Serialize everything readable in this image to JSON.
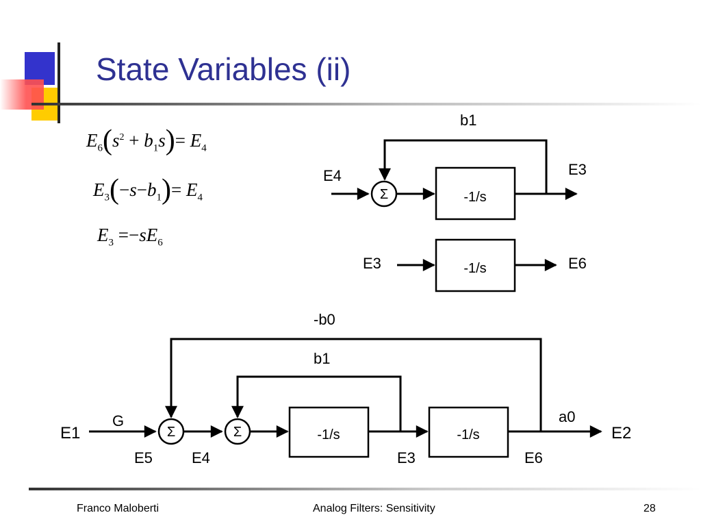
{
  "slide": {
    "title": "State Variables (ii)",
    "equations": {
      "eq1": {
        "a": "E",
        "a_sub": "6",
        "s": "s",
        "s_sup": "2",
        "plus": "+",
        "b": "b",
        "b_sub": "1",
        "s2": "s",
        "eq": "=",
        "r": "E",
        "r_sub": "4"
      },
      "eq2": {
        "a": "E",
        "a_sub": "3",
        "minus": "−",
        "s": "s",
        "minus2": "−",
        "b": "b",
        "b_sub": "1",
        "eq": "=",
        "r": "E",
        "r_sub": "4"
      },
      "eq3": {
        "a": "E",
        "a_sub": "3",
        "eq": "=",
        "minus": "−",
        "s": "s",
        "r": "E",
        "r_sub": "6"
      }
    },
    "diagram_top": {
      "feedback_label": "b1",
      "input_label": "E4",
      "output_label": "E3",
      "sum_symbol": "Σ",
      "block_label": "-1/s"
    },
    "diagram_mid": {
      "input_label": "E3",
      "output_label": "E6",
      "block_label": "-1/s"
    },
    "diagram_bottom": {
      "outer_feedback_label": "-b0",
      "inner_feedback_label": "b1",
      "input_label": "E1",
      "gain_label": "G",
      "node_e5": "E5",
      "node_e4": "E4",
      "node_e3": "E3",
      "node_e6": "E6",
      "output_gain_label": "a0",
      "output_label": "E2",
      "sum1_symbol": "Σ",
      "sum2_symbol": "Σ",
      "block1_label": "-1/s",
      "block2_label": "-1/s"
    },
    "footer": {
      "author": "Franco Maloberti",
      "course": "Analog Filters: Sensitivity",
      "page": "28"
    },
    "colors": {
      "title": "#2e3192",
      "deco_blue": "#3333cc",
      "deco_yellow": "#ffcc00",
      "deco_red": "#ff5050"
    }
  }
}
